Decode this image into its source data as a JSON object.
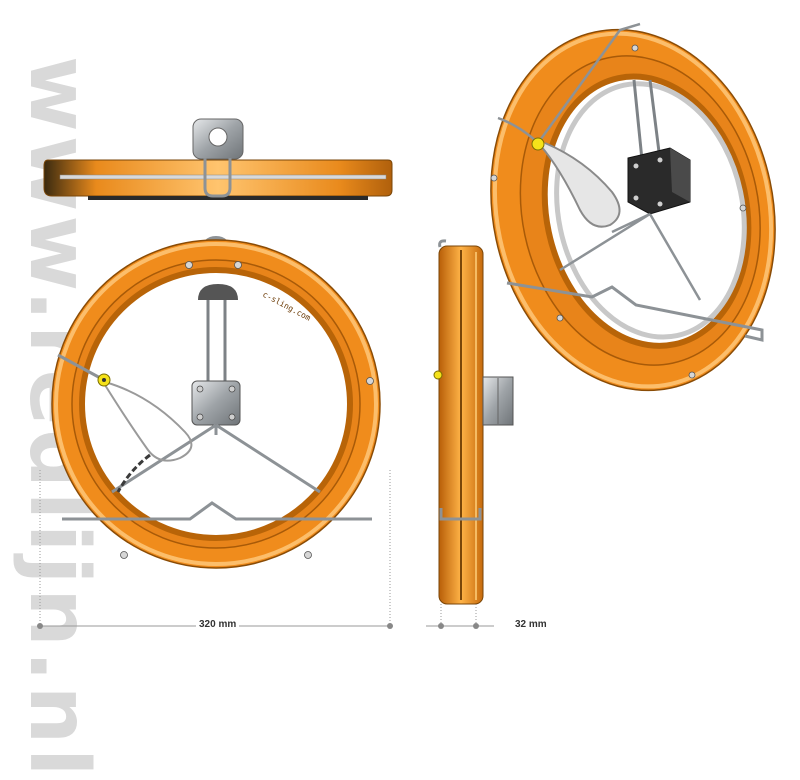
{
  "watermark": "www.redlijn.nl",
  "ring_brand": "c-sling.com",
  "dimensions": {
    "width_label": "320 mm",
    "depth_label": "32 mm"
  },
  "colors": {
    "ring_orange": "#f08c1c",
    "ring_dark": "#c66a0c",
    "ring_light": "#ffc36a",
    "metal": "#9ea3a7",
    "clamp": "#2a2a2a",
    "indicator": "#f5e21a",
    "dimension_line": "#999999"
  }
}
